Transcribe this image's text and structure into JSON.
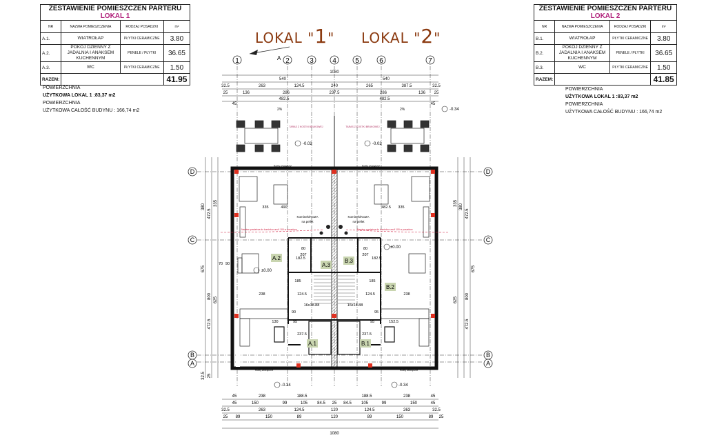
{
  "table1": {
    "title": "ZESTAWIENIE POMIESZCZEŃ PARTERU",
    "title_hl": "LOKAL 1",
    "headers": [
      "NR",
      "NAZWA POMIESZCZENIA",
      "RODZAJ POSADZKI",
      "m²"
    ],
    "rows": [
      {
        "nr": "A.1.",
        "name": "WIATROŁAP",
        "floor": "PŁYTKI CERAMICZNE",
        "area": "3.80"
      },
      {
        "nr": "A.2.",
        "name": "POKÓJ DZIENNY Z JADALNIA I ANAKSEM KUCHENNYM",
        "floor": "PENELE / PŁYTKI",
        "area": "36.65"
      },
      {
        "nr": "A.3.",
        "name": "WC",
        "floor": "PŁYTKI CERAMICZNE",
        "area": "1.50"
      }
    ],
    "total_label": "RAZEM:",
    "total": "41.95"
  },
  "table2": {
    "title": "ZESTAWIENIE POMIESZCZEŃ PARTERU",
    "title_hl": "LOKAL 2",
    "headers": [
      "NR",
      "NAZWA POMIESZCZENIA",
      "RODZAJ POSADZKI",
      "m²"
    ],
    "rows": [
      {
        "nr": "B.1.",
        "name": "WIATROŁAP",
        "floor": "PŁYTKI CERAMICZNE",
        "area": "3.80"
      },
      {
        "nr": "B.2.",
        "name": "POKÓJ DZIENNY Z JADALNIA I ANAKSEM KUCHENNYM",
        "floor": "PENELE / PŁYTKI",
        "area": "36.65"
      },
      {
        "nr": "B.3.",
        "name": "WC",
        "floor": "PŁYTKI CERAMICZNE",
        "area": "1.50"
      }
    ],
    "total_label": "RAZEM:",
    "total": "41.85"
  },
  "area_left": {
    "l1": "POWIERZCHNIA",
    "l2_label": "UŻYTKOWA LOKAL 1",
    "l2_value": ":83,37",
    "l2_unit": "m2",
    "l3": "POWIERZCHNIA",
    "l4_label": "UŻYTKOWA CAŁOŚĆ BUDYNU",
    "l4_value": ": 166,74",
    "l4_unit": "m2"
  },
  "area_right": {
    "l1": "POWIERZCHNIA",
    "l2_label": "UŻYTKOWA LOKAL 1",
    "l2_value": ":83,37",
    "l2_unit": "m2",
    "l3": "POWIERZCHNIA",
    "l4_label": "UŻYTKOWA CAŁOŚĆ BUDYNU",
    "l4_value": ": 166,74",
    "l4_unit": "m2"
  },
  "lokal_titles": {
    "lokal1_word": "LOKAL \"",
    "lokal1_num": "1",
    "lokal1_end": "\"",
    "lokal2_word": "LOKAL \"",
    "lokal2_num": "2",
    "lokal2_end": "\""
  },
  "plan": {
    "axes_top": [
      "1",
      "2",
      "3",
      "4",
      "5",
      "6",
      "7"
    ],
    "axes_side": [
      "D",
      "C",
      "B",
      "A"
    ],
    "north_label": "A",
    "total_width": "1080",
    "top_dims_row1": [
      "540",
      "540"
    ],
    "top_dims_row2": [
      "32.5",
      "263",
      "124.5",
      "240",
      "265",
      "387.5",
      "32.5"
    ],
    "top_dims_row3": [
      "25",
      "136",
      "286",
      "237.5",
      "286",
      "136",
      "25"
    ],
    "top_dims_row4": [
      "482.5",
      "482.5"
    ],
    "top_dims_row5": [
      "45",
      "45"
    ],
    "bottom_dims_row1": [
      "45",
      "238",
      "188.5",
      "188.5",
      "238",
      "45"
    ],
    "bottom_dims_row2": [
      "45",
      "150",
      "99",
      "105",
      "84.5",
      "25",
      "84.5",
      "105",
      "99",
      "150",
      "45"
    ],
    "bottom_dims_row3": [
      "32.5",
      "263",
      "124.5",
      "120",
      "124.5",
      "263",
      "32.5"
    ],
    "bottom_dims_row4": [
      "25",
      "89",
      "150",
      "89",
      "120",
      "89",
      "150",
      "89",
      "25"
    ],
    "bottom_total": "1080",
    "left_dims": [
      "380",
      "472.5",
      "675",
      "800",
      "472.5"
    ],
    "left_dims_inner": [
      "335",
      "625",
      "70",
      "90"
    ],
    "right_dims": [
      "380",
      "472.5",
      "675",
      "800",
      "472.5"
    ],
    "right_dims_inner": [
      "335",
      "625"
    ],
    "bottom_side_dims": [
      "32.5",
      "25"
    ],
    "rooms": [
      {
        "id": "A.2",
        "label": "A.2"
      },
      {
        "id": "A.3",
        "label": "A.3"
      },
      {
        "id": "A.1",
        "label": "A.1"
      },
      {
        "id": "B.1",
        "label": "B.1"
      },
      {
        "id": "B.2",
        "label": "B.2"
      },
      {
        "id": "B.3",
        "label": "B.3"
      }
    ],
    "levels": {
      "top_left": "-0.02",
      "top_right": "-0.02",
      "inside_left": "±0.00",
      "inside_right": "±0.00",
      "bottom_left": "-0.34",
      "bottom_right": "-0.34",
      "top_right_corner": "-0.34"
    },
    "fireplace_left": "Kominek/KOZA",
    "fireplace_left_sub": "na pellet",
    "fireplace_right": "Kominek/KOZA",
    "fireplace_right_sub": "na pellet",
    "terrace_left": "TARAS Z KOSTKI BRUKOWEJ",
    "terrace_right": "TARAS Z KOSTKI BRUKOWEJ",
    "slope": "2%",
    "inner_dims": {
      "kitchen_w": "238",
      "living_w": "124.5",
      "stair_w": "80",
      "stair_w2": "207",
      "corr": "185",
      "wall": "182.5",
      "upper_l": "490",
      "upper_r": "482.5",
      "wind": "237.5",
      "wind_small": "95",
      "wind_side": "130",
      "wind_d": "152.5",
      "stair_count": "16x18.88",
      "w90": "90",
      "w95": "95"
    },
    "duct_note": "Nawiew powietrza do kominka rura fi 100 w posadzce",
    "window_tag": "Rolety zewnętrzne"
  }
}
